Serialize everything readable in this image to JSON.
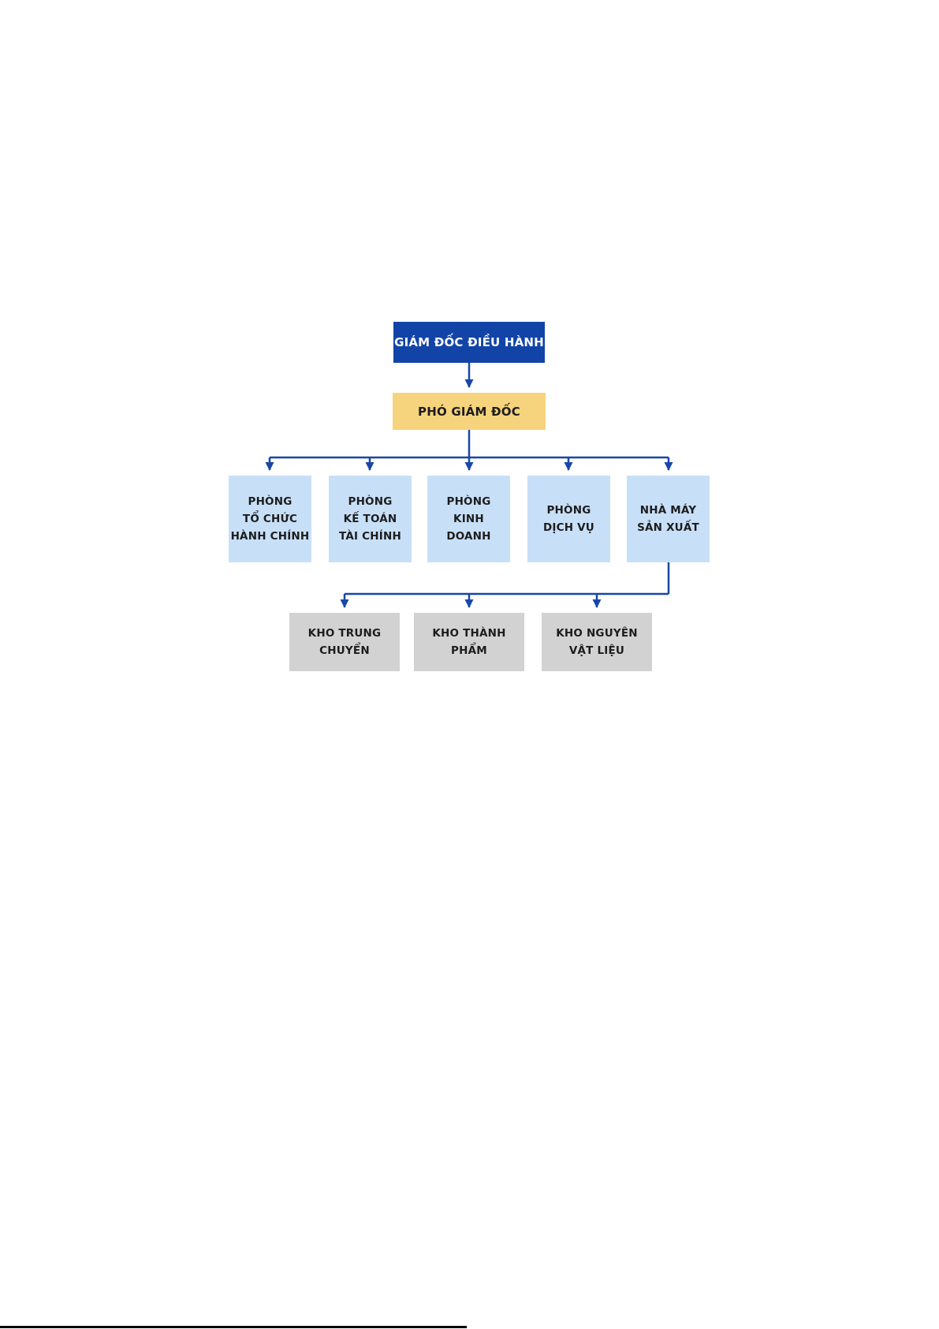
{
  "page": {
    "background": "#FFFFFF",
    "bottom_border": {
      "color": "#000000"
    }
  },
  "org_chart": {
    "connector_color": "#1747A8",
    "executive": {
      "label": "GIÁM ĐỐC ĐIỀU HÀNH",
      "fill": "#1244A8",
      "text_color": "#FFFFFF"
    },
    "deputy": {
      "label": "PHÓ GIÁM ĐỐC",
      "fill": "#F6D47D",
      "text_color": "#1C1C1E"
    },
    "departments": [
      {
        "label": "PHÒNG\nTỔ CHỨC\nHÀNH CHÍNH",
        "fill": "#C8E0F7"
      },
      {
        "label": "PHÒNG\nKẾ TOÁN\nTÀI CHÍNH",
        "fill": "#C8E0F7"
      },
      {
        "label": "PHÒNG\nKINH\nDOANH",
        "fill": "#C8E0F7"
      },
      {
        "label": "PHÒNG\nDỊCH VỤ",
        "fill": "#C8E0F7"
      },
      {
        "label": "NHÀ MÁY\nSẢN XUẤT",
        "fill": "#C8E0F7"
      }
    ],
    "warehouses": [
      {
        "label": "KHO TRUNG\nCHUYỂN",
        "fill": "#D2D2D2"
      },
      {
        "label": "KHO THÀNH\nPHẨM",
        "fill": "#D2D2D2"
      },
      {
        "label": "KHO NGUYÊN\nVẬT LIỆU",
        "fill": "#D2D2D2"
      }
    ]
  }
}
